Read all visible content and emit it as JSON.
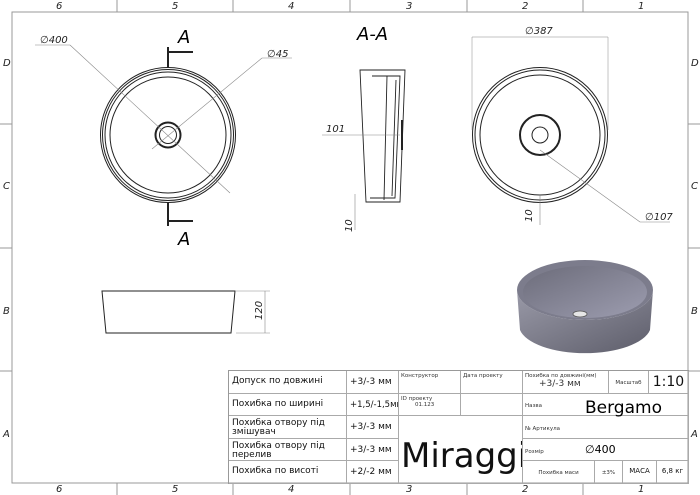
{
  "zones": {
    "columns": [
      "6",
      "5",
      "4",
      "3",
      "2",
      "1"
    ],
    "rows": [
      "D",
      "C",
      "B",
      "A"
    ]
  },
  "views": {
    "top": {
      "section_mark": "A",
      "outer_diameter": "∅400",
      "drain_diameter": "∅45"
    },
    "section": {
      "title": "A-A",
      "depth": "101",
      "bottom": "10"
    },
    "right": {
      "diameter": "∅387",
      "drain": "∅107",
      "bottom": "10"
    },
    "side": {
      "height": "120"
    }
  },
  "title_block": {
    "tolerances": [
      {
        "label": "Допуск по довжині",
        "value": "+3/-3 мм"
      },
      {
        "label": "Похибка по ширині",
        "value": "+1,5/-1,5мм"
      },
      {
        "label": "Похибка отвору під змішувач",
        "value": "+3/-3 мм"
      },
      {
        "label": "Похибка отвору під перелив",
        "value": "+3/-3 мм"
      },
      {
        "label": "Похибка по висоті",
        "value": "+2/-2 мм"
      }
    ],
    "designer_label": "Конструктор",
    "date_label": "Дата проекту",
    "project_id_label": "ID проекту",
    "project_id": "01.123",
    "brand": "Miraggio",
    "length_tol_label": "Похибка по довжині(мм)",
    "length_tol": "+3/-3 мм",
    "scale_label": "Масштаб",
    "scale": "1:10",
    "name_label": "Назва",
    "name": "Bergamo",
    "article_label": "№ Артикула",
    "size_label": "Розмір",
    "size": "∅400",
    "mass_tol_label": "Похибка маси",
    "mass_tol": "±3%",
    "mass_label": "МАСА",
    "mass": "6,8 кг"
  }
}
